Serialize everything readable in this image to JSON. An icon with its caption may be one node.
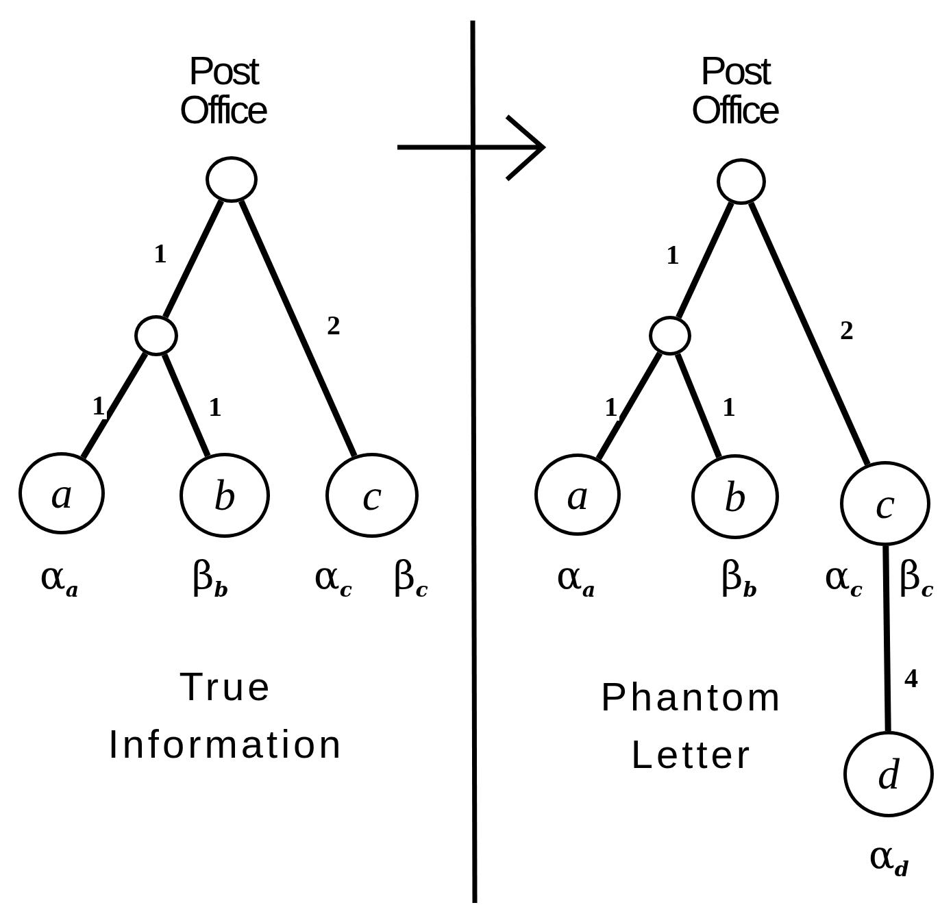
{
  "diagram": {
    "nodes": [
      {
        "text": [],
        "shape": "circle",
        "beside": [
          "Post Office"
        ]
      },
      {
        "text": [],
        "shape": "circle"
      },
      {
        "text": [
          "a"
        ],
        "beside": [
          "α$_{a}$"
        ]
      },
      {
        "text": [
          "b"
        ],
        "beside": [
          "β$_{b}$"
        ]
      },
      {
        "text": [
          "c"
        ],
        "beside": [
          "α$_{c}$",
          "β$_{c}$"
        ]
      },
      {
        "text": [],
        "shape": "circle",
        "beside": [
          "Post Office"
        ]
      },
      {
        "text": [],
        "shape": "circle"
      },
      {
        "text": [
          "a"
        ],
        "beside": [
          "α$_{a}$"
        ]
      },
      {
        "text": [
          "b"
        ],
        "beside": [
          "β$_{b}$"
        ]
      },
      {
        "text": [
          "c"
        ],
        "beside": [
          "α$_{c}$",
          "β$_{c}$"
        ]
      },
      {
        "text": [
          "d"
        ],
        "beside": [
          "α$_{d}$"
        ]
      }
    ],
    "edges": [
      {
        "from": 0,
        "to": 1,
        "arrow": "none",
        "label": "1"
      },
      {
        "from": 0,
        "to": 4,
        "arrow": "none",
        "label": "2"
      },
      {
        "from": 1,
        "to": 2,
        "arrow": "none",
        "label": "1"
      },
      {
        "from": 1,
        "to": 3,
        "arrow": "none",
        "label": "1"
      },
      {
        "from": 5,
        "to": 6,
        "arrow": "none",
        "label": "1"
      },
      {
        "from": 5,
        "to": 9,
        "arrow": "none",
        "label": "2"
      },
      {
        "from": 6,
        "to": 7,
        "arrow": "none",
        "label": "1"
      },
      {
        "from": 6,
        "to": 8,
        "arrow": "none",
        "label": "1"
      },
      {
        "from": 9,
        "to": 10,
        "arrow": "none",
        "label": "4"
      }
    ],
    "labels": [
      "True Information",
      "Phantom Letter"
    ]
  }
}
